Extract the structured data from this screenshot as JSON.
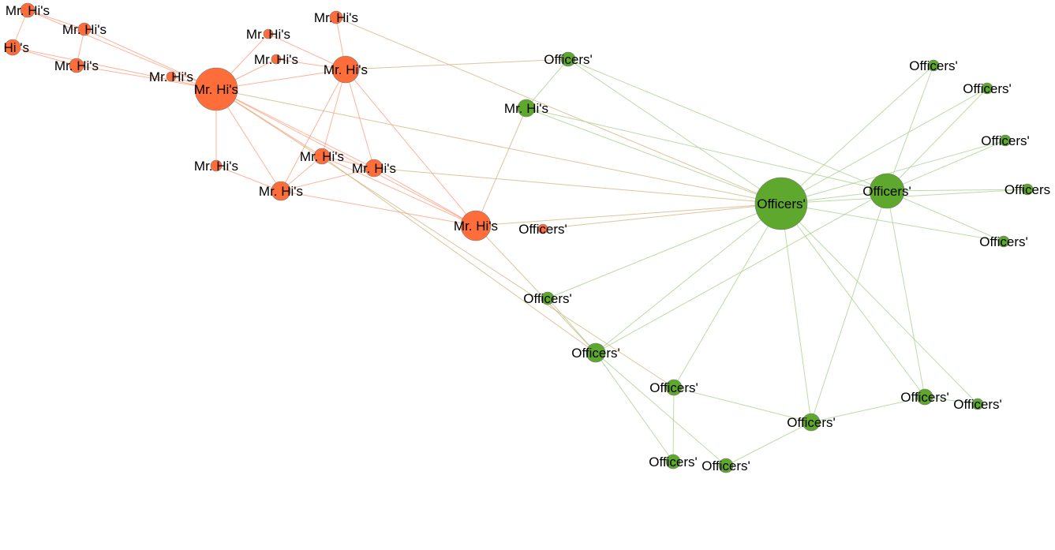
{
  "colors": {
    "group_a": "#ff6d3a",
    "group_b": "#5fa82e",
    "edge_a": "#ff9a78",
    "edge_b": "#a6cf8a",
    "edge_mixed": "#d4b07a"
  },
  "nodes": [
    {
      "label": "Mr. Hi's",
      "group": "a"
    },
    {
      "label": "Mr. Hi's",
      "group": "a"
    },
    {
      "label": "Mr. Hi's",
      "group": "a"
    },
    {
      "label": "Mr. Hi's",
      "group": "a"
    },
    {
      "label": "Mr. Hi's",
      "group": "a"
    },
    {
      "label": "Mr. Hi's",
      "group": "a"
    },
    {
      "label": "Mr. Hi's",
      "group": "a"
    },
    {
      "label": "Mr. Hi's",
      "group": "a"
    },
    {
      "label": ". Hi 's",
      "group": "a"
    },
    {
      "label": "Mr. Hi's",
      "group": "a"
    },
    {
      "label": "Mr. Hi's",
      "group": "a"
    },
    {
      "label": "Mr. Hi's",
      "group": "a"
    },
    {
      "label": "Mr. Hi's",
      "group": "a"
    },
    {
      "label": "Mr. Hi's",
      "group": "a"
    },
    {
      "label": "Mr. Hi's",
      "group": "a"
    },
    {
      "label": "Officers'",
      "group": "a"
    },
    {
      "label": "Mr. Hi's",
      "group": "b"
    },
    {
      "label": "Officers'",
      "group": "b"
    },
    {
      "label": "Officers'",
      "group": "b"
    },
    {
      "label": "Officers'",
      "group": "b"
    },
    {
      "label": "Officers'",
      "group": "b"
    },
    {
      "label": "Officers'",
      "group": "b"
    },
    {
      "label": "Officers'",
      "group": "b"
    },
    {
      "label": "Officers",
      "group": "b"
    },
    {
      "label": "Officers'",
      "group": "b"
    },
    {
      "label": "Officers'",
      "group": "b"
    },
    {
      "label": "Officers'",
      "group": "b"
    },
    {
      "label": "Officers'",
      "group": "b"
    },
    {
      "label": "Officers'",
      "group": "b"
    },
    {
      "label": "Officers'",
      "group": "b"
    },
    {
      "label": "Officers'",
      "group": "b"
    },
    {
      "label": "Officers'",
      "group": "b"
    },
    {
      "label": "Officers'",
      "group": "b"
    }
  ],
  "edges": [
    [
      0,
      10
    ],
    [
      0,
      9
    ],
    [
      0,
      8
    ],
    [
      0,
      7
    ],
    [
      0,
      6
    ],
    [
      6,
      8
    ],
    [
      7,
      9
    ],
    [
      6,
      7
    ],
    [
      8,
      9
    ],
    [
      0,
      12
    ],
    [
      0,
      11
    ],
    [
      0,
      1
    ],
    [
      0,
      14
    ],
    [
      0,
      2
    ],
    [
      0,
      3
    ],
    [
      0,
      4
    ],
    [
      0,
      5
    ],
    [
      11,
      1
    ],
    [
      12,
      1
    ],
    [
      13,
      1
    ],
    [
      1,
      2
    ],
    [
      1,
      3
    ],
    [
      1,
      4
    ],
    [
      1,
      5
    ],
    [
      14,
      2
    ],
    [
      2,
      4
    ],
    [
      2,
      5
    ],
    [
      3,
      2
    ],
    [
      3,
      4
    ],
    [
      4,
      5
    ],
    [
      3,
      5
    ],
    [
      0,
      18
    ],
    [
      13,
      18
    ],
    [
      1,
      17
    ],
    [
      16,
      5
    ],
    [
      4,
      18
    ],
    [
      5,
      18
    ],
    [
      15,
      18
    ],
    [
      3,
      26
    ],
    [
      0,
      27
    ],
    [
      5,
      26
    ],
    [
      16,
      18
    ],
    [
      16,
      19
    ],
    [
      17,
      16
    ],
    [
      17,
      18
    ],
    [
      17,
      19
    ],
    [
      18,
      19
    ],
    [
      18,
      20
    ],
    [
      18,
      21
    ],
    [
      19,
      20
    ],
    [
      19,
      21
    ],
    [
      19,
      22
    ],
    [
      18,
      22
    ],
    [
      19,
      23
    ],
    [
      18,
      23
    ],
    [
      19,
      24
    ],
    [
      18,
      24
    ],
    [
      18,
      25
    ],
    [
      18,
      26
    ],
    [
      19,
      26
    ],
    [
      18,
      27
    ],
    [
      18,
      28
    ],
    [
      19,
      28
    ],
    [
      18,
      29
    ],
    [
      18,
      30
    ],
    [
      19,
      29
    ],
    [
      25,
      26
    ],
    [
      26,
      31
    ],
    [
      26,
      32
    ],
    [
      27,
      31
    ],
    [
      27,
      28
    ],
    [
      28,
      32
    ],
    [
      28,
      29
    ],
    [
      29,
      30
    ]
  ]
}
